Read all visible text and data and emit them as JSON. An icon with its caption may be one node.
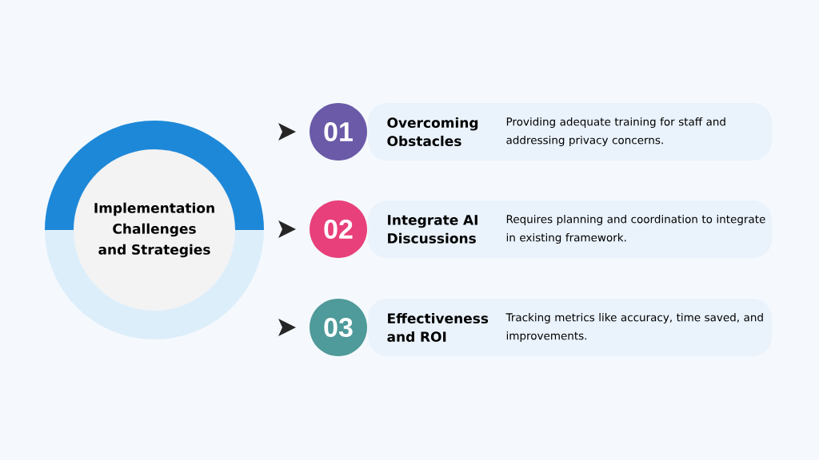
{
  "diagram": {
    "nodes": [
      {
        "text": [
          "Implementation Challenges and Strategies"
        ]
      },
      {
        "text": [
          "01"
        ]
      },
      {
        "text": [
          "Overcoming Obstacles",
          "Providing adequate training for staff and addressing privacy concerns."
        ]
      },
      {
        "text": [
          "02"
        ]
      },
      {
        "text": [
          "Integrate AI Discussions",
          "Requires planning and coordination to integrate in existing framework."
        ]
      },
      {
        "text": [
          "03"
        ]
      },
      {
        "text": [
          "Effectiveness and ROI",
          "Tracking metrics like accuracy, time saved, and improvements."
        ]
      }
    ]
  }
}
